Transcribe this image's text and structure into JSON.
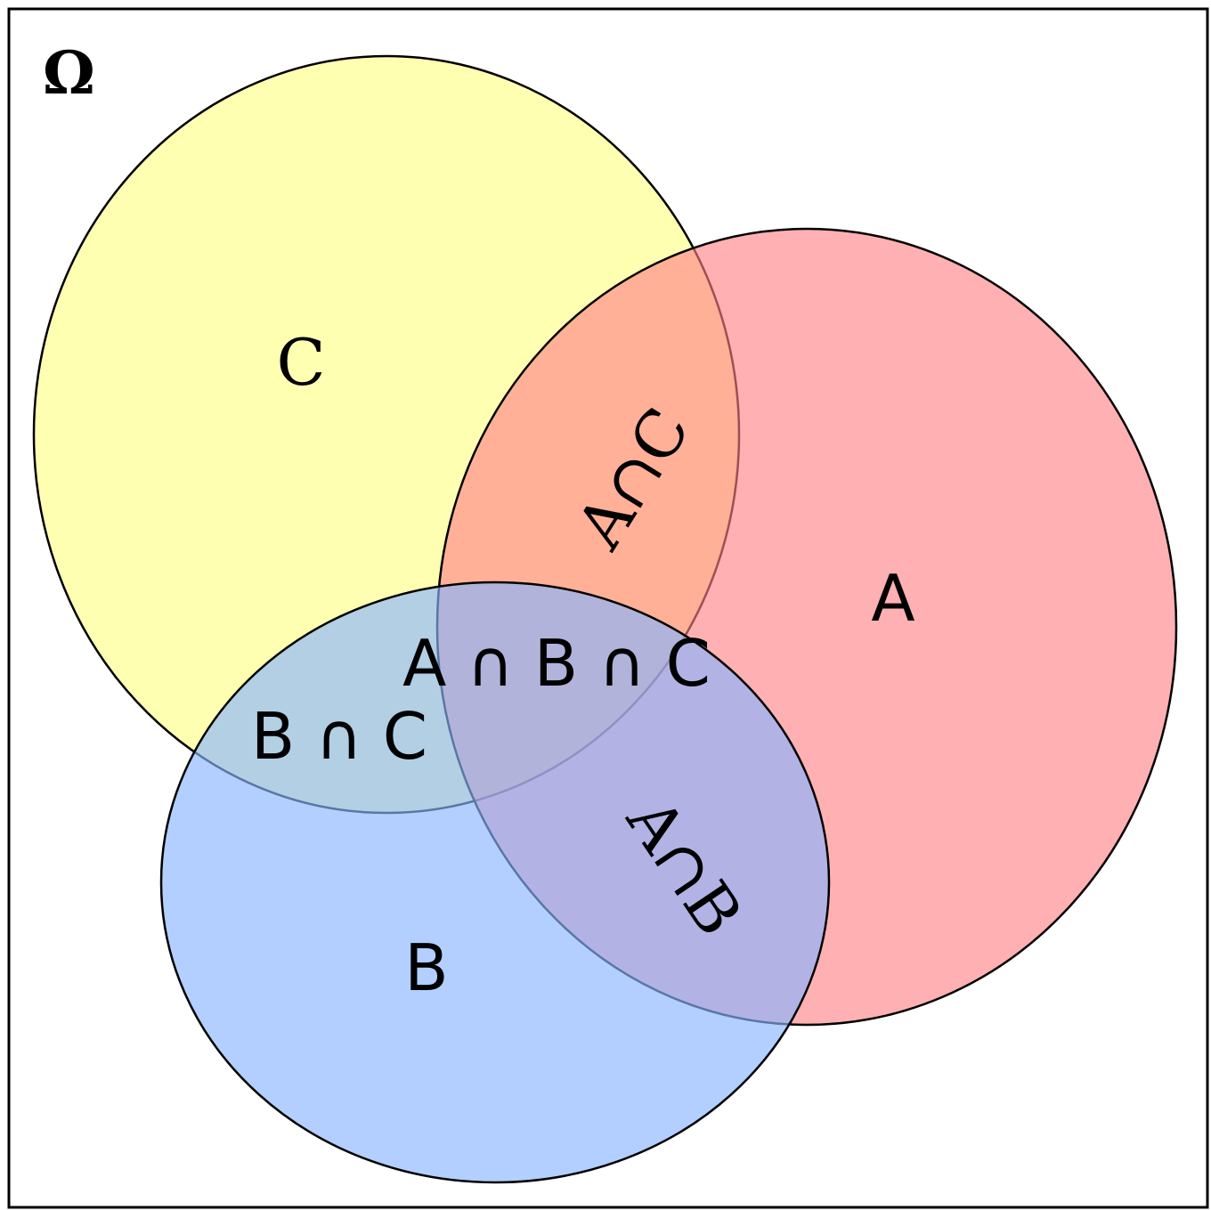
{
  "diagram": {
    "type": "venn",
    "universe_label": "Ω",
    "sets": [
      {
        "id": "C",
        "label": "C",
        "color": "#ffff88"
      },
      {
        "id": "A",
        "label": "A",
        "color": "#ff7f84"
      },
      {
        "id": "B",
        "label": "B",
        "color": "#88b5ff"
      }
    ],
    "intersections": [
      {
        "sets": [
          "A",
          "C"
        ],
        "label": "A∩C"
      },
      {
        "sets": [
          "A",
          "B",
          "C"
        ],
        "label": "A ∩ B ∩ C"
      },
      {
        "sets": [
          "B",
          "C"
        ],
        "label": "B ∩ C"
      },
      {
        "sets": [
          "A",
          "B"
        ],
        "label": "A∩B"
      }
    ],
    "outline_color": "#000000",
    "background": "#ffffff"
  }
}
